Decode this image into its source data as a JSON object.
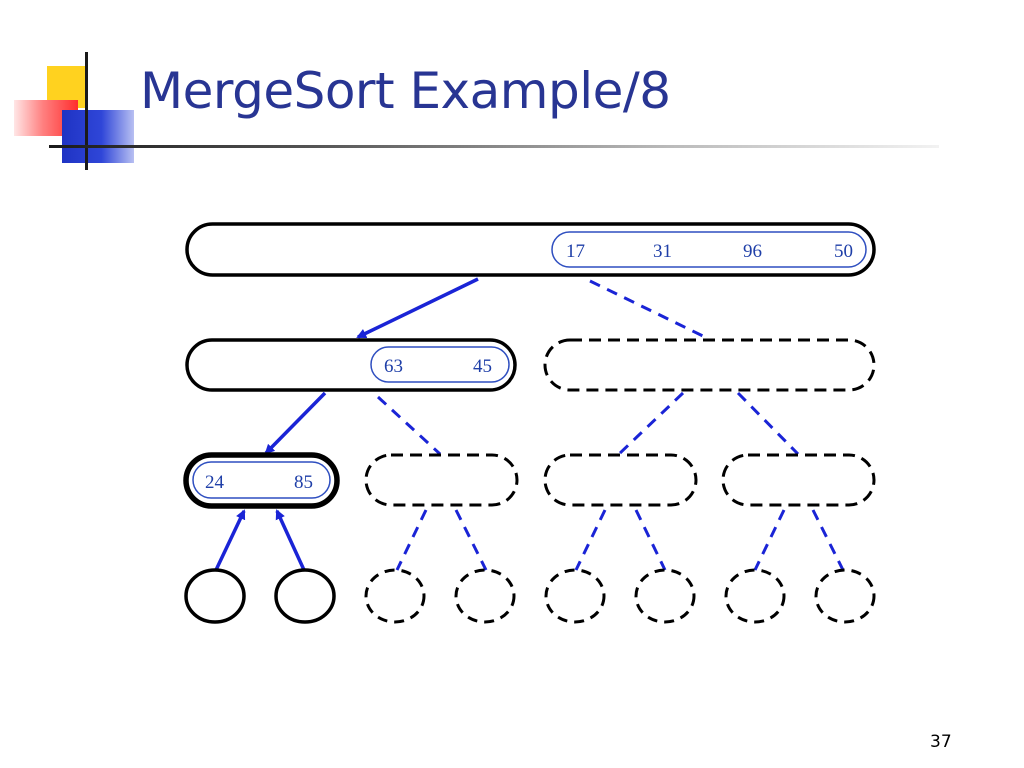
{
  "slide": {
    "title": "MergeSort Example/8",
    "page_number": "37"
  },
  "tree": {
    "level0": [
      "17",
      "31",
      "96",
      "50"
    ],
    "level1_left": [
      "63",
      "45"
    ],
    "level2_left": [
      "24",
      "85"
    ]
  },
  "colors": {
    "title": "#283593",
    "arrow": "#1a24d6",
    "node_border": "#000000",
    "number_text": "#1f3fa8"
  }
}
